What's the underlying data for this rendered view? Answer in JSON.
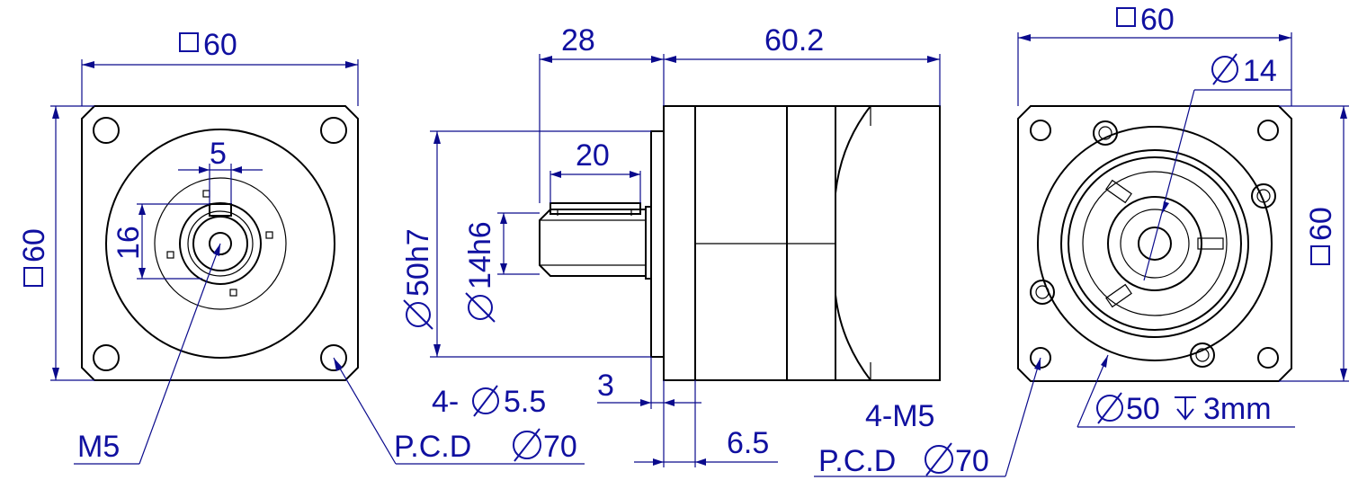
{
  "dimensions": {
    "left_width": "60",
    "left_height": "60",
    "key_width": "5",
    "key_height": "16",
    "center_thread": "M5",
    "left_pcd": "P.C.D",
    "left_pcd_value": "70",
    "side_shaft_length": "28",
    "side_body_length": "60.2",
    "side_key_length": "20",
    "side_pilot_dia": "50h7",
    "side_shaft_dia": "14h6",
    "side_holes_prefix": "4-",
    "side_holes_dia": "5.5",
    "side_pilot_depth": "3",
    "side_flange_thk": "6.5",
    "right_width": "60",
    "right_height": "60",
    "right_bore": "14",
    "right_thread": "4-M5",
    "right_pcd": "P.C.D",
    "right_pcd_value": "70",
    "right_spigot_dia": "50",
    "right_spigot_depth": "3mm"
  },
  "colors": {
    "line": "#000000",
    "dimension": "#0a0a8c",
    "text": "#1010a0",
    "background": "#ffffff"
  }
}
